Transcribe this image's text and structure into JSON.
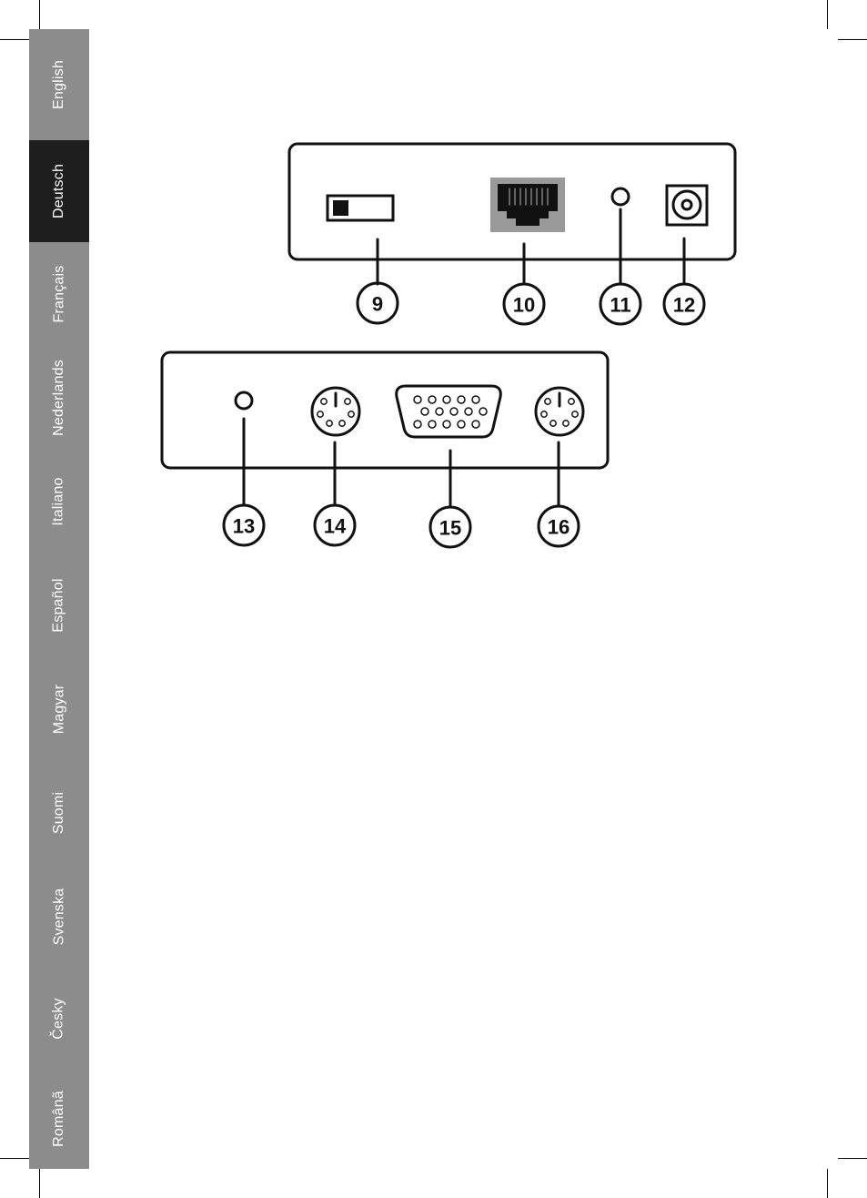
{
  "languages": [
    {
      "label": "English",
      "active": false
    },
    {
      "label": "Deutsch",
      "active": true
    },
    {
      "label": "Français",
      "active": false
    },
    {
      "label": "Nederlands",
      "active": false
    },
    {
      "label": "Italiano",
      "active": false
    },
    {
      "label": "Español",
      "active": false
    },
    {
      "label": "Magyar",
      "active": false
    },
    {
      "label": "Suomi",
      "active": false
    },
    {
      "label": "Svenska",
      "active": false
    },
    {
      "label": "Česky",
      "active": false
    },
    {
      "label": "Românã",
      "active": false
    }
  ],
  "colors": {
    "sidebar": "#8c8c8c",
    "active_tab": "#1e1e1e",
    "tab_text": "#ffffff",
    "line_art": "#111111",
    "rj45_body": "#9a9a9a"
  },
  "callouts": {
    "c9": "9",
    "c10": "10",
    "c11": "11",
    "c12": "12",
    "c13": "13",
    "c14": "14",
    "c15": "15",
    "c16": "16"
  }
}
